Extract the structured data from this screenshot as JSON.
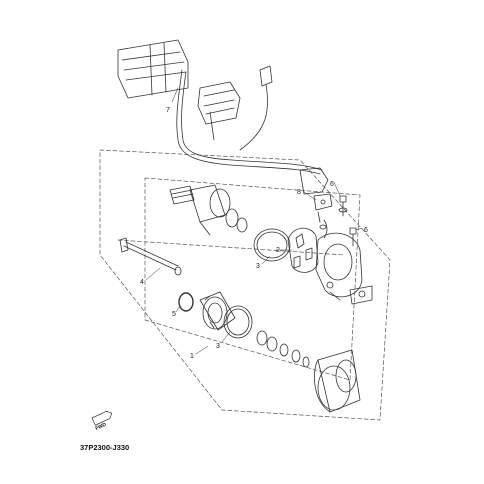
{
  "diagram": {
    "part_code": "37P2300-J330",
    "fwd_label": "FWD",
    "callouts": [
      "1",
      "2",
      "3",
      "3",
      "4",
      "5",
      "6",
      "6",
      "7",
      "8"
    ]
  },
  "colors": {
    "line": "#333333",
    "dash": "#555555",
    "background": "#ffffff"
  }
}
